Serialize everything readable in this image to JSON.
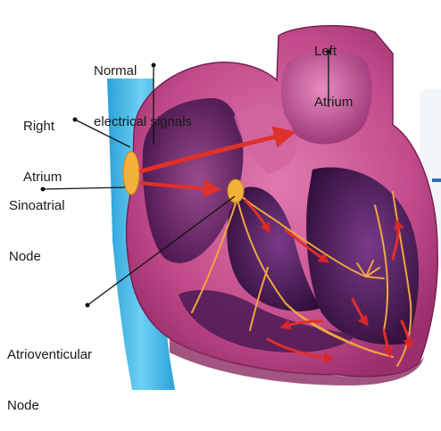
{
  "labels": {
    "left_atrium": [
      "Left",
      "Atrium"
    ],
    "normal_signals": [
      "Normal",
      "electrical signals"
    ],
    "right_atrium": [
      "Right",
      "Atrium"
    ],
    "sinoatrial_node": [
      "Sinoatrial",
      "Node"
    ],
    "av_node": [
      "Atrioventicular",
      "Node"
    ]
  },
  "colors": {
    "vein": "#3ab4e8",
    "heart_wall": "#c24b8a",
    "heart_outline": "#7a1f55",
    "chamber": "#5b2060",
    "node": "#f2b23a",
    "signal_arrow": "#e0302a",
    "conduction_fiber": "#f0a640"
  }
}
